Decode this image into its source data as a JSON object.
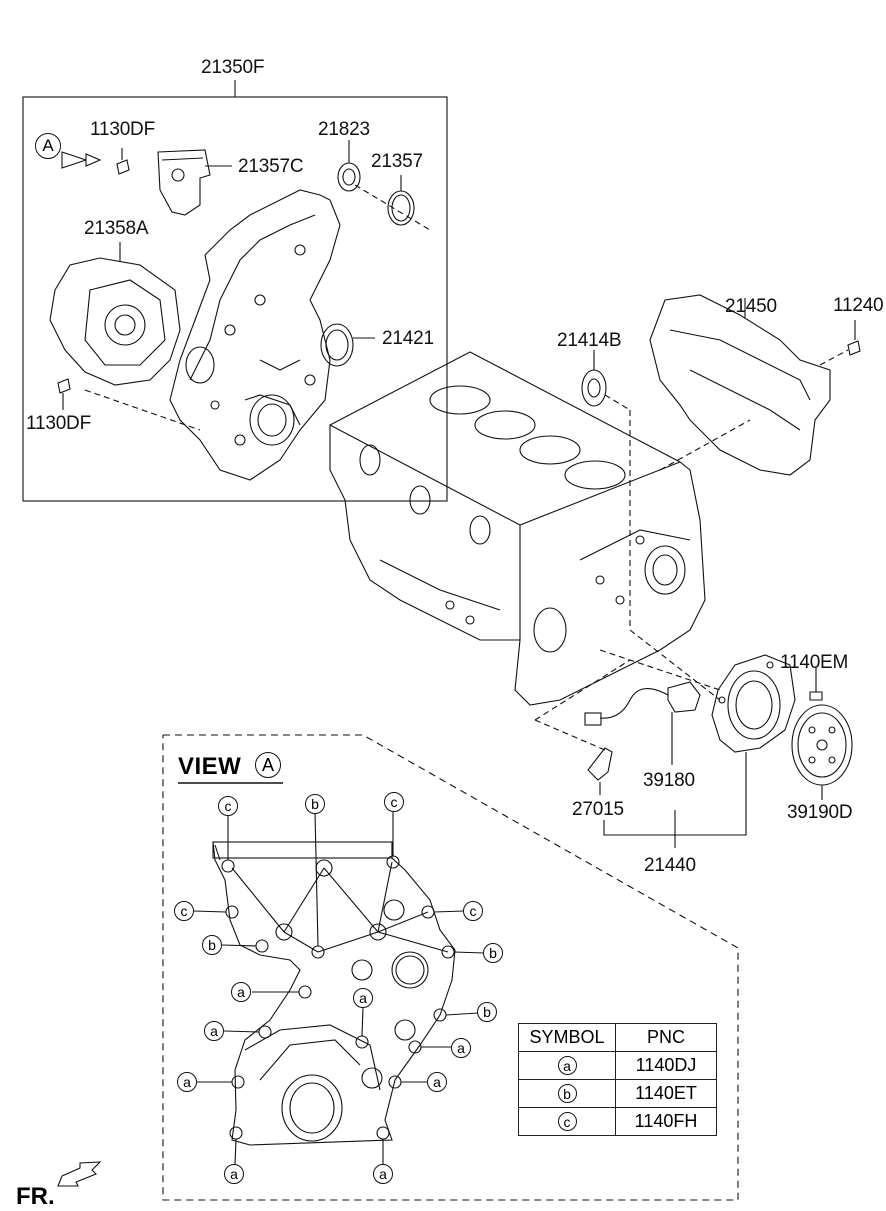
{
  "callouts": {
    "p21350F": "21350F",
    "p1130DF_top": "1130DF",
    "p21357C": "21357C",
    "p21823": "21823",
    "p21357": "21357",
    "p21358A": "21358A",
    "p21421": "21421",
    "p1130DF_bottom": "1130DF",
    "p21414B": "21414B",
    "p21450": "21450",
    "p1124": "11240",
    "p1140EM": "1140EM",
    "p39180": "39180",
    "p27015": "27015",
    "p39190D": "39190D",
    "p21440": "21440"
  },
  "view_marker": "A",
  "view_title": "VIEW",
  "view_circle": "A",
  "front_label": "FR.",
  "bolt_markers": {
    "c": "c",
    "b": "b",
    "a": "a"
  },
  "symbol_table": {
    "header_symbol": "SYMBOL",
    "header_pnc": "PNC",
    "rows": [
      {
        "symbol": "a",
        "pnc": "1140DJ"
      },
      {
        "symbol": "b",
        "pnc": "1140ET"
      },
      {
        "symbol": "c",
        "pnc": "1140FH"
      }
    ]
  }
}
